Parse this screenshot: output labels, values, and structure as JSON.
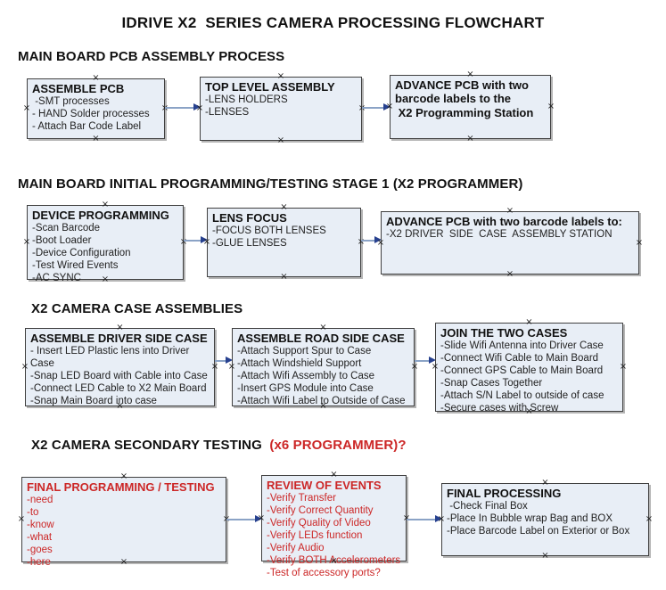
{
  "title": "IDRIVE X2  SERIES CAMERA PROCESSING FLOWCHART",
  "colors": {
    "box_fill": "#e8eef6",
    "box_border": "#404040",
    "connector_line": "#8ba3c6",
    "arrowhead": "#27418f",
    "red_text": "#cc2727",
    "heading_text": "#111111",
    "background": "#ffffff"
  },
  "sections": [
    {
      "heading": "MAIN BOARD PCB ASSEMBLY PROCESS",
      "boxes": [
        {
          "title": "ASSEMBLE PCB",
          "items": [
            " -SMT processes",
            "- HAND Solder processes",
            "- Attach Bar Code Label"
          ]
        },
        {
          "title": "TOP LEVEL ASSEMBLY",
          "items": [
            "-LENS HOLDERS",
            "-LENSES"
          ]
        },
        {
          "title": "ADVANCE PCB with two\nbarcode labels to the\n X2 Programming Station",
          "items": []
        }
      ]
    },
    {
      "heading": "MAIN BOARD INITIAL PROGRAMMING/TESTING STAGE 1 (X2 PROGRAMMER)",
      "boxes": [
        {
          "title": "DEVICE PROGRAMMING",
          "items": [
            "-Scan Barcode",
            "-Boot Loader",
            "-Device Configuration",
            "-Test Wired Events",
            "-AC SYNC"
          ]
        },
        {
          "title": "LENS FOCUS",
          "items": [
            "-FOCUS BOTH LENSES",
            "-GLUE LENSES"
          ]
        },
        {
          "title": "ADVANCE PCB with two barcode labels to:",
          "items": [
            "-X2 DRIVER  SIDE  CASE  ASSEMBLY STATION"
          ]
        }
      ]
    },
    {
      "heading": "X2 CAMERA CASE ASSEMBLIES",
      "boxes": [
        {
          "title": "ASSEMBLE DRIVER SIDE CASE",
          "items": [
            "- Insert LED Plastic lens into Driver Case",
            "-Snap LED Board with Cable into Case",
            "-Connect LED Cable to X2 Main Board",
            "-Snap Main Board into case"
          ]
        },
        {
          "title": "ASSEMBLE ROAD SIDE CASE",
          "items": [
            "-Attach Support Spur to Case",
            "-Attach Windshield Support",
            "-Attach Wifi Assembly to Case",
            "-Insert GPS Module into Case",
            "-Attach Wifi Label to Outside of Case"
          ]
        },
        {
          "title": "JOIN THE TWO CASES",
          "items": [
            "-Slide Wifi Antenna into Driver Case",
            "-Connect Wifi Cable to Main Board",
            "-Connect GPS Cable to Main Board",
            "-Snap Cases Together",
            "-Attach S/N Label to outside of case",
            "-Secure cases with Screw"
          ]
        }
      ]
    },
    {
      "heading": "X2 CAMERA SECONDARY TESTING ",
      "heading_red": " (x6 PROGRAMMER)?",
      "boxes": [
        {
          "title": "FINAL PROGRAMMING / TESTING",
          "items": [
            "-need",
            "-to",
            "-know",
            "-what",
            "-goes",
            "-here"
          ]
        },
        {
          "title": "REVIEW OF EVENTS",
          "items": [
            "-Verify Transfer",
            "-Verify Correct Quantity",
            "-Verify Quality of Video",
            "-Verify LEDs function",
            "-Verify Audio",
            "-Verify BOTH Accelerometers",
            "-Test of accessory ports?"
          ]
        },
        {
          "title": "FINAL PROCESSING",
          "items": [
            " -Check Final Box",
            "-Place In Bubble wrap Bag and BOX",
            "-Place Barcode Label on Exterior or Box"
          ]
        }
      ]
    }
  ]
}
